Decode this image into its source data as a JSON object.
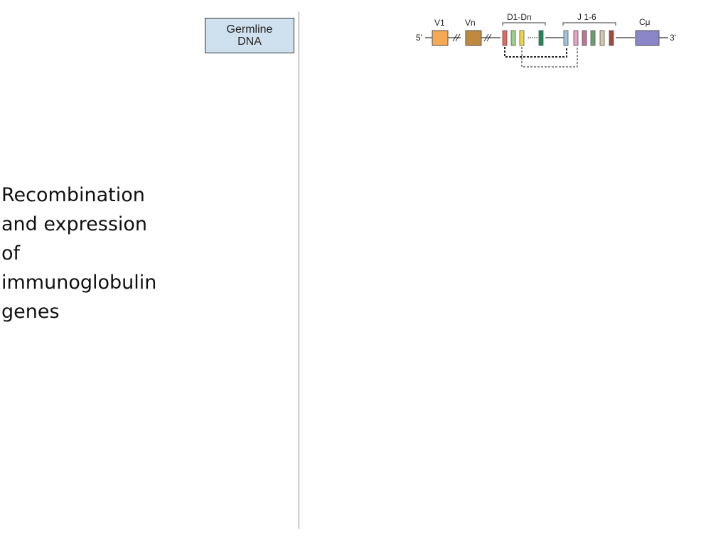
{
  "slide": {
    "title_lines": [
      "Recombination",
      "and expression",
      "of",
      "immunoglobulin",
      "genes"
    ]
  },
  "stage": {
    "label_lines": [
      "Germline",
      "DNA"
    ]
  },
  "gene_map": {
    "five_prime": "5'",
    "three_prime": "3'",
    "v1_label": "V1",
    "vn_label": "Vn",
    "d_label": "D1-Dn",
    "j_label": "J 1-6",
    "c_label": "Cμ",
    "colors": {
      "v1": "#f4a952",
      "vn": "#c08a3e",
      "d_segments": [
        "#e8665a",
        "#9bcf8c",
        "#f2d648",
        "#1e8a55"
      ],
      "j_segments": [
        "#9ec4e2",
        "#e8a2c8",
        "#c47298",
        "#6aa070",
        "#d8c8a8",
        "#a04a3c"
      ],
      "c_mu": "#8a86c8",
      "stage_box": "#cfe0ee"
    }
  }
}
